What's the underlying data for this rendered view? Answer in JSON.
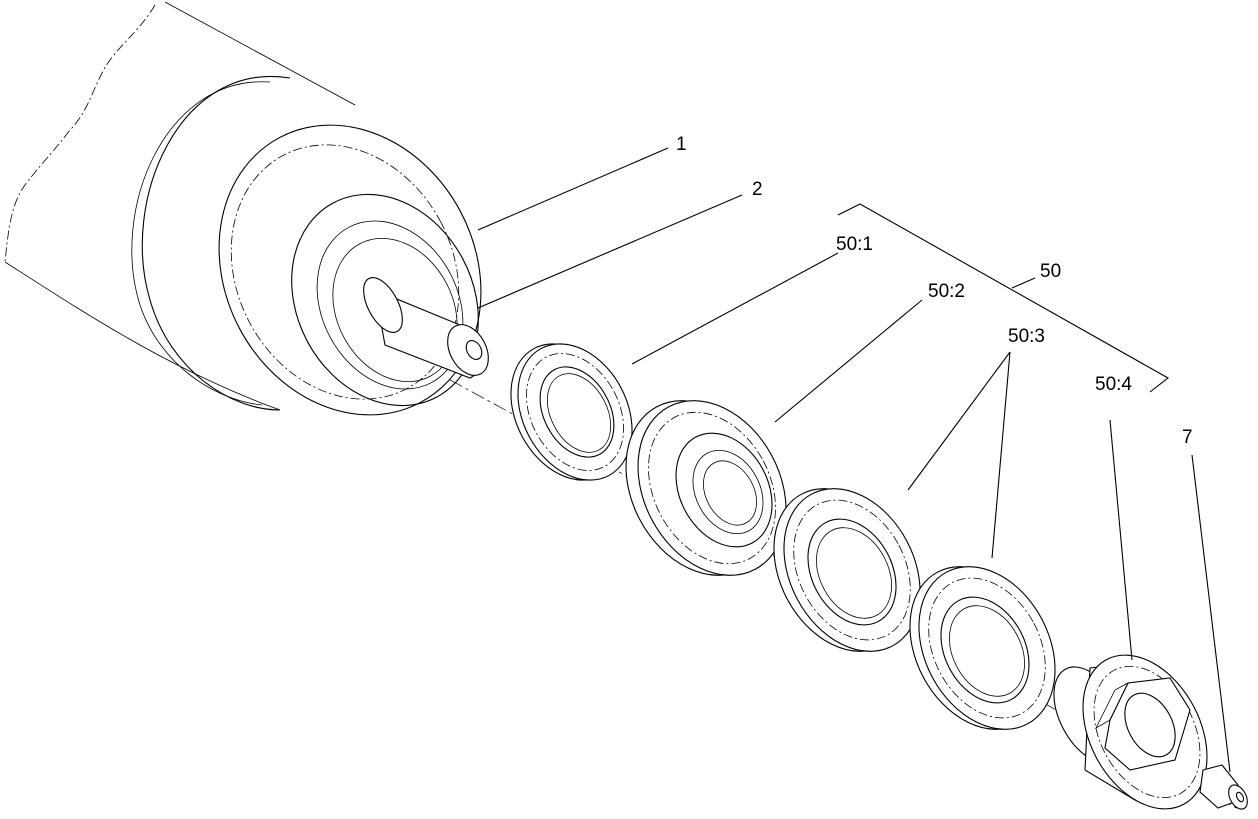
{
  "callouts": {
    "c1": "1",
    "c2": "2",
    "c50": "50",
    "c50_1": "50:1",
    "c50_2": "50:2",
    "c50_3": "50:3",
    "c50_4": "50:4",
    "c7": "7"
  }
}
